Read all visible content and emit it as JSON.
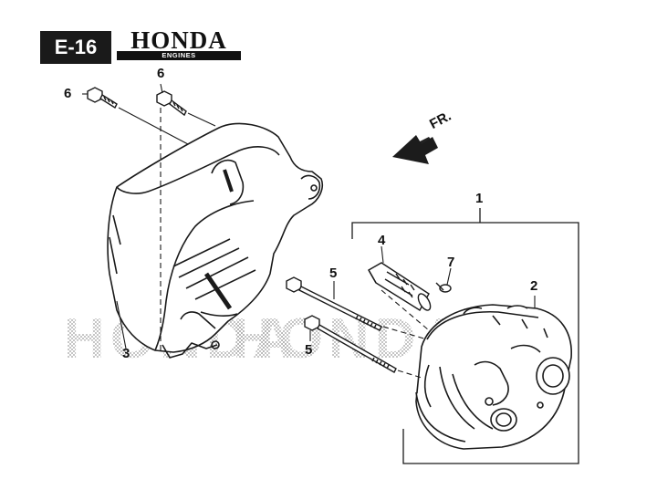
{
  "header": {
    "section_code": "E-16",
    "brand_name": "HONDA",
    "brand_subtitle": "ENGINES"
  },
  "direction_marker": {
    "label": "FR."
  },
  "watermark": {
    "text": "HONDA"
  },
  "callouts": [
    {
      "id": "callout-1",
      "number": "1"
    },
    {
      "id": "callout-2",
      "number": "2"
    },
    {
      "id": "callout-3",
      "number": "3"
    },
    {
      "id": "callout-4",
      "number": "4"
    },
    {
      "id": "callout-5a",
      "number": "5"
    },
    {
      "id": "callout-5b",
      "number": "5"
    },
    {
      "id": "callout-6a",
      "number": "6"
    },
    {
      "id": "callout-6b",
      "number": "6"
    },
    {
      "id": "callout-7",
      "number": "7"
    }
  ]
}
